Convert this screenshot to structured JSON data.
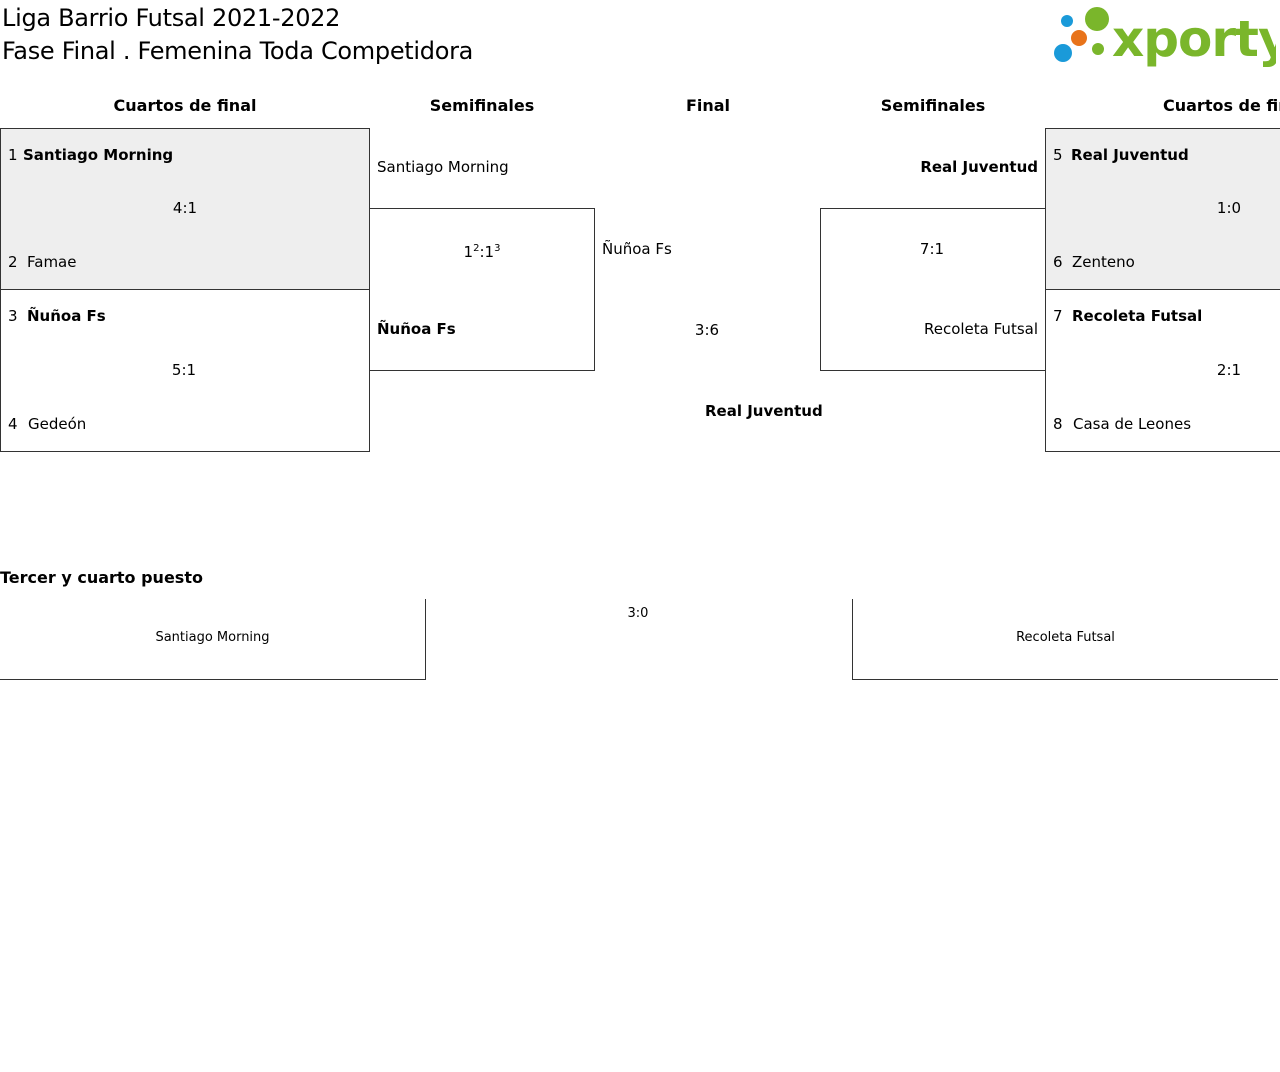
{
  "header": {
    "title_line1": "Liga Barrio Futsal 2021-2022",
    "title_line2": "Fase Final . Femenina Toda Competidora",
    "logo_text": "xporty",
    "logo_colors": {
      "green": "#7ab62b",
      "blue": "#1a9ad9",
      "orange": "#e8731a"
    }
  },
  "rounds": {
    "left_quarterfinals": "Cuartos de final",
    "left_semifinals": "Semifinales",
    "final": "Final",
    "right_semifinals": "Semifinales",
    "right_quarterfinals": "Cuartos de final"
  },
  "quarterfinals": [
    {
      "top": {
        "seed": "1",
        "name": "Santiago Morning"
      },
      "bottom": {
        "seed": "2",
        "name": "Famae"
      },
      "score": "4:1"
    },
    {
      "top": {
        "seed": "3",
        "name": "Ñuñoa Fs"
      },
      "bottom": {
        "seed": "4",
        "name": "Gedeón"
      },
      "score": "5:1"
    },
    {
      "top": {
        "seed": "5",
        "name": "Real Juventud"
      },
      "bottom": {
        "seed": "6",
        "name": "Zenteno"
      },
      "score": "1:0"
    },
    {
      "top": {
        "seed": "7",
        "name": "Recoleta Futsal"
      },
      "bottom": {
        "seed": "8",
        "name": "Casa de Leones"
      },
      "score": "2:1"
    }
  ],
  "semifinals": [
    {
      "top": "Santiago Morning",
      "bottom": "Ñuñoa Fs",
      "score_home": "1",
      "score_home_penalty": "2",
      "score_away": "1",
      "score_away_penalty": "3"
    },
    {
      "top": "Real Juventud",
      "bottom": "Recoleta Futsal",
      "score": "7:1"
    }
  ],
  "final": {
    "top": "Ñuñoa Fs",
    "score": "3:6",
    "champion": "Real Juventud"
  },
  "third_place": {
    "title": "Tercer y cuarto puesto",
    "left_team": "Santiago Morning",
    "right_team": "Recoleta Futsal",
    "score": "3:0"
  }
}
